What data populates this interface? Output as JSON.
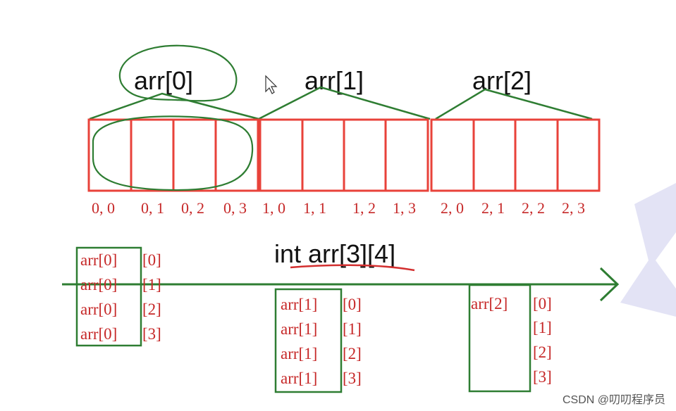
{
  "diagram": {
    "title": "int arr[3][4]",
    "groups": [
      {
        "label": "arr[0]",
        "indices": [
          "0, 0",
          "0, 1",
          "0, 2",
          "0, 3"
        ]
      },
      {
        "label": "arr[1]",
        "indices": [
          "1, 0",
          "1, 1",
          "1, 2",
          "1, 3"
        ]
      },
      {
        "label": "arr[2]",
        "indices": [
          "2, 0",
          "2, 1",
          "2, 2",
          "2, 3"
        ]
      }
    ],
    "expansions": {
      "arr0": {
        "prefixes": [
          "arr[0]",
          "arr[0]",
          "arr[0]",
          "arr[0]"
        ],
        "suffixes": [
          "[0]",
          "[1]",
          "[2]",
          "[3]"
        ]
      },
      "arr1": {
        "prefixes": [
          "arr[1]",
          "arr[1]",
          "arr[1]",
          "arr[1]"
        ],
        "suffixes": [
          "[0]",
          "[1]",
          "[2]",
          "[3]"
        ]
      },
      "arr2": {
        "prefix": "arr[2]",
        "suffixes": [
          "[0]",
          "[1]",
          "[2]",
          "[3]"
        ]
      }
    },
    "watermark": "CSDN @叨叨程序员",
    "colors": {
      "cell_border": "#e8423a",
      "annotation": "#2e7d32",
      "index_text": "#c62828",
      "underline": "#d32f2f",
      "label_text": "#111111",
      "watermark_shape": "#dcdcf2"
    }
  }
}
